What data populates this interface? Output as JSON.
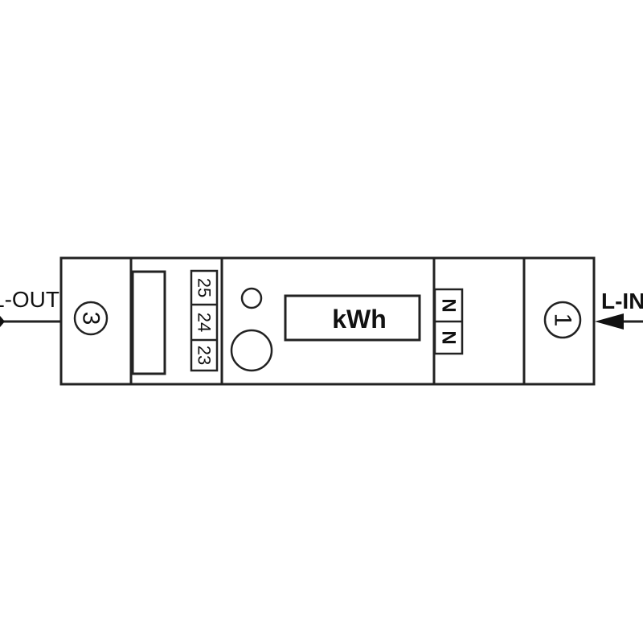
{
  "labels": {
    "output": "L-OUT",
    "input": "L-IN",
    "display": "kWh",
    "terminal_out": "3",
    "terminal_in": "1",
    "pulse_terminals": [
      "25",
      "24",
      "23"
    ],
    "neutral_terminals": [
      "N",
      "N"
    ]
  },
  "colors": {
    "line": "#222222",
    "background": "#ffffff"
  }
}
